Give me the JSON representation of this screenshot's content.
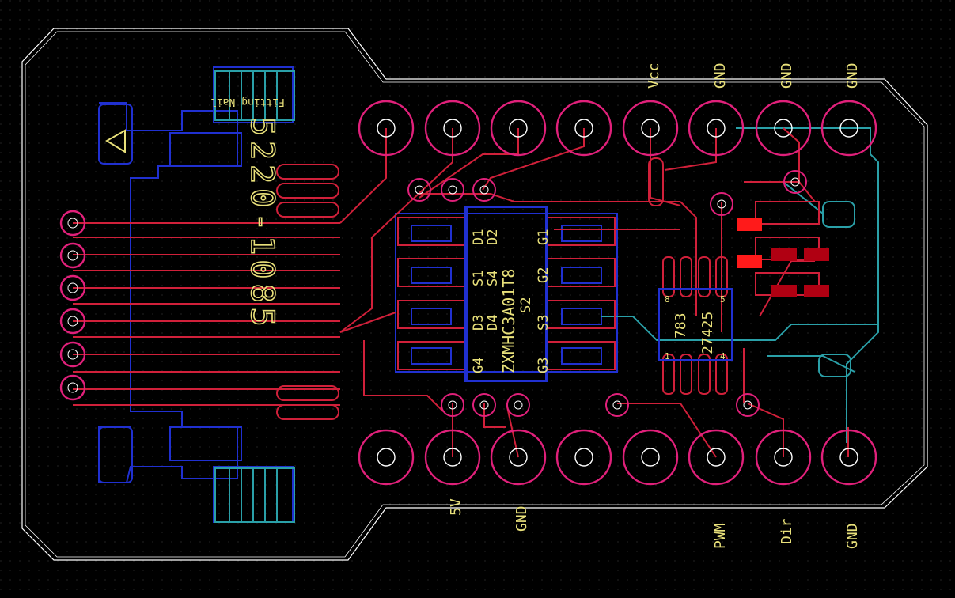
{
  "board": {
    "part_number": "5220-1085",
    "fitting_label": "Fitting Nail",
    "ic_main": {
      "name": "ZXMHC3A01T8",
      "pins_top": [
        "D1",
        "D2",
        "G1"
      ],
      "pins_mid1": [
        "S1",
        "S4",
        "G2"
      ],
      "pins_mid2": [
        "D3",
        "D4",
        "S3",
        "S2"
      ],
      "pins_bot": [
        "G4",
        "G3"
      ]
    },
    "ic_driver": {
      "line1": "783",
      "line2": "27425",
      "pin_8": "8",
      "pin_5": "5",
      "pin_1": "1",
      "pin_4": "4"
    },
    "header_top_labels": [
      "Vcc",
      "GND",
      "GND",
      "GND"
    ],
    "header_bottom_labels": [
      "5V",
      "GND",
      "PWM",
      "Dir",
      "GND"
    ]
  },
  "colors": {
    "background": "#000000",
    "top_copper": "#d0203a",
    "bottom_copper": "#2030d0",
    "pad_ring": "#e0207a",
    "silkscreen": "#e8e07a",
    "outline": "#ffffff",
    "teal": "#2aa0a8"
  }
}
